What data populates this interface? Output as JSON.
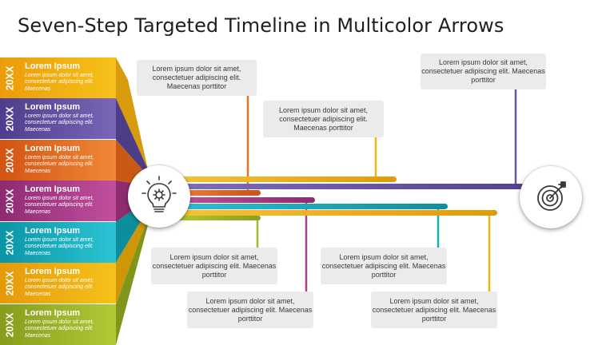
{
  "title": "Seven-Step Targeted Timeline in Multicolor Arrows",
  "steps": [
    {
      "year": "20XX",
      "title": "Lorem Ipsum",
      "desc": "Lorem ipsum dolor sit amet, consectetuer adipiscing elit. Maecenas",
      "color": "#f0b310"
    },
    {
      "year": "20XX",
      "title": "Lorem Ipsum",
      "desc": "Lorem ipsum dolor sit amet, consectetuer adipiscing elit. Maecenas",
      "color": "#6a55a5"
    },
    {
      "year": "20XX",
      "title": "Lorem Ipsum",
      "desc": "Lorem ipsum dolor sit amet, consectetuer adipiscing elit. Maecenas",
      "color": "#e57322"
    },
    {
      "year": "20XX",
      "title": "Lorem Ipsum",
      "desc": "Lorem ipsum dolor sit amet, consectetuer adipiscing elit. Maecenas",
      "color": "#b13d8e"
    },
    {
      "year": "20XX",
      "title": "Lorem Ipsum",
      "desc": "Lorem ipsum dolor sit amet, consectetuer adipiscing elit. Maecenas",
      "color": "#16aebf"
    },
    {
      "year": "20XX",
      "title": "Lorem Ipsum",
      "desc": "Lorem ipsum dolor sit amet, consectetuer adipiscing elit. Maecenas",
      "color": "#f0b310"
    },
    {
      "year": "20XX",
      "title": "Lorem Ipsum",
      "desc": "Lorem ipsum dolor sit amet, consectetuer adipiscing elit. Maecenas",
      "color": "#a5bb2a"
    }
  ],
  "callouts": [
    {
      "text": "Lorem ipsum dolor sit amet, consectetuer adipiscing elit. Maecenas porttitor"
    },
    {
      "text": "Lorem ipsum dolor sit amet, consectetuer adipiscing elit. Maecenas porttitor"
    },
    {
      "text": "Lorem ipsum dolor sit amet, consectetuer adipiscing elit. Maecenas porttitor"
    },
    {
      "text": "Lorem ipsum dolor sit amet, consectetuer adipiscing elit. Maecenas porttitor"
    },
    {
      "text": "Lorem ipsum dolor sit amet, consectetuer adipiscing elit. Maecenas porttitor"
    },
    {
      "text": "Lorem ipsum dolor sit amet, consectetuer adipiscing elit. Maecenas porttitor"
    },
    {
      "text": "Lorem ipsum dolor sit amet, consectetuer adipiscing elit. Maecenas porttitor"
    }
  ],
  "icons": {
    "left": "lightbulb-gear-icon",
    "right": "target-arrow-icon"
  },
  "colors": {
    "yellow": "#f0b310",
    "purple": "#6a55a5",
    "orange": "#e57322",
    "magenta": "#b13d8e",
    "teal": "#16aebf",
    "green": "#a5bb2a"
  }
}
